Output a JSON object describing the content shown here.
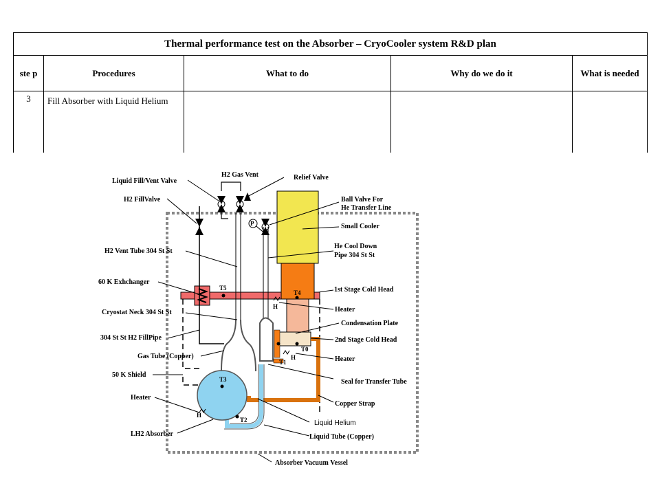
{
  "table": {
    "title": "Thermal performance test on the Absorber – CryoCooler system R&D plan",
    "headers": {
      "step": "ste p",
      "procedures": "Procedures",
      "what_to_do": "What to do",
      "why": "Why do we do it",
      "what_needed": "What is needed"
    },
    "rows": [
      {
        "step": "3",
        "procedure": "Fill Absorber with Liquid Helium",
        "what_to_do": "",
        "why": "",
        "what_needed": ""
      }
    ]
  },
  "diagram": {
    "labels": {
      "liquid_fill_vent_valve": "Liquid Fill/Vent Valve",
      "h2_fill_valve": "H2 FillValve",
      "h2_gas_vent": "H2 Gas Vent",
      "relief_valve": "Relief Valve",
      "ball_valve_1": "Ball Valve For",
      "ball_valve_2": "He Transfer Line",
      "small_cooler": "Small Cooler",
      "he_cool_down_1": "He Cool Down",
      "he_cool_down_2": "Pipe 304 St St",
      "h2_vent_tube": "H2 Vent Tube 304 St St",
      "exchanger_60k": "60 K Exhchanger",
      "first_stage": "1st Stage Cold Head",
      "heater_1": "Heater",
      "cryostat_neck": "Cryostat Neck 304 St St",
      "condensation_plate": "Condensation Plate",
      "fill_pipe": "304 St St H2 FillPipe",
      "second_stage": "2nd Stage Cold Head",
      "gas_tube": "Gas Tube (Copper)",
      "heater_2": "Heater",
      "shield_50k": "50 K Shield",
      "seal": "Seal for Transfer Tube",
      "heater_3": "Heater",
      "copper_strap": "Copper Strap",
      "liquid_helium": "Liquid Helium",
      "lh2_absorber": "LH2 Absorber",
      "liquid_tube": "Liquid Tube (Copper)",
      "vacuum_vessel": "Absorber Vacuum Vessel"
    },
    "sensors": {
      "t5": "T5",
      "t4": "T4",
      "t0": "T0",
      "t1": "T1",
      "t3": "T3",
      "t2": "T2",
      "h": "H",
      "p": "P"
    },
    "colors": {
      "cooler_yellow": "#F2E650",
      "first_stage_orange": "#F57C14",
      "second_stage_peach": "#F5B89A",
      "exchanger_red": "#F06A6A",
      "absorber_blue": "#8FD3F0",
      "copper_strap": "#D9720E"
    }
  }
}
